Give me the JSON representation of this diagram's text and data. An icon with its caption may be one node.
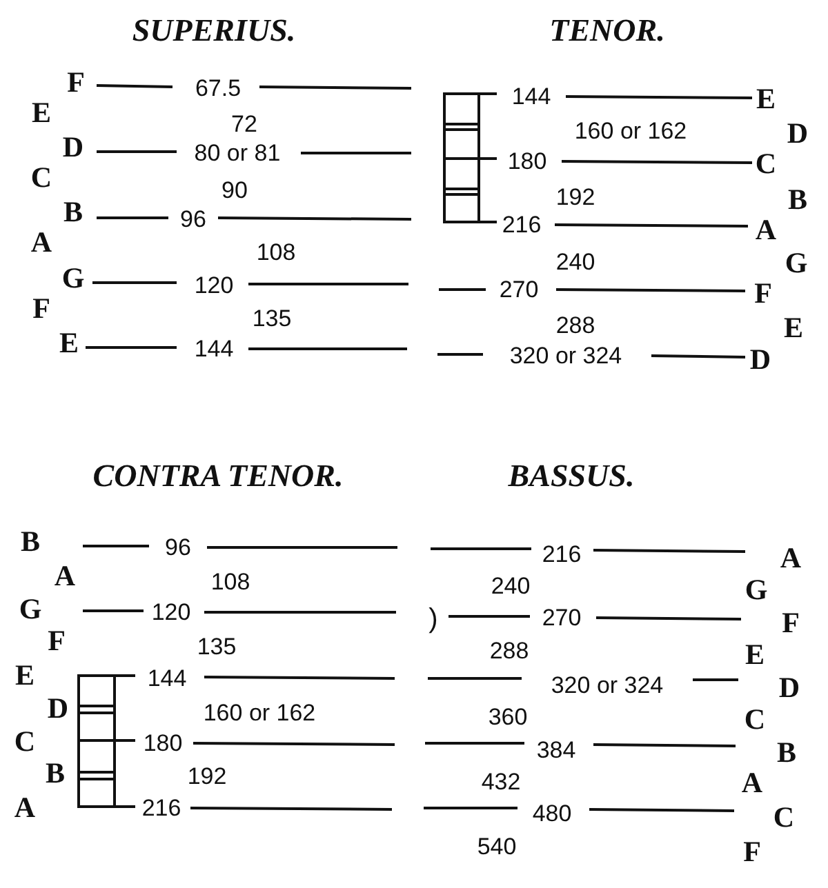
{
  "diagram": {
    "labels": [
      "SUPERIUS.",
      "F",
      "67.5",
      "E",
      "72",
      "D",
      "80 or 81",
      "C",
      "90",
      "B",
      "96",
      "A",
      "108",
      "G",
      "120",
      "F",
      "135",
      "E",
      "144",
      "TENOR.",
      "144",
      "E",
      "160 or 162",
      "D",
      "180",
      "C",
      "192",
      "B",
      "216",
      "A",
      "240",
      "G",
      "270",
      "F",
      "288",
      "E",
      "320 or 324",
      "D",
      "CONTRA TENOR.",
      "B",
      "96",
      "A",
      "108",
      "G",
      "120",
      "F",
      "135",
      "E",
      "144",
      "D",
      "160 or 162",
      "C",
      "180",
      "B",
      "192",
      "A",
      "216",
      "BASSUS.",
      "216",
      "A",
      "240",
      "G",
      ")",
      "270",
      "F",
      "288",
      "E",
      "320 or 324",
      "D",
      "360",
      "C",
      "384",
      "B",
      "432",
      "A",
      "480",
      "C",
      "540",
      "F"
    ]
  }
}
